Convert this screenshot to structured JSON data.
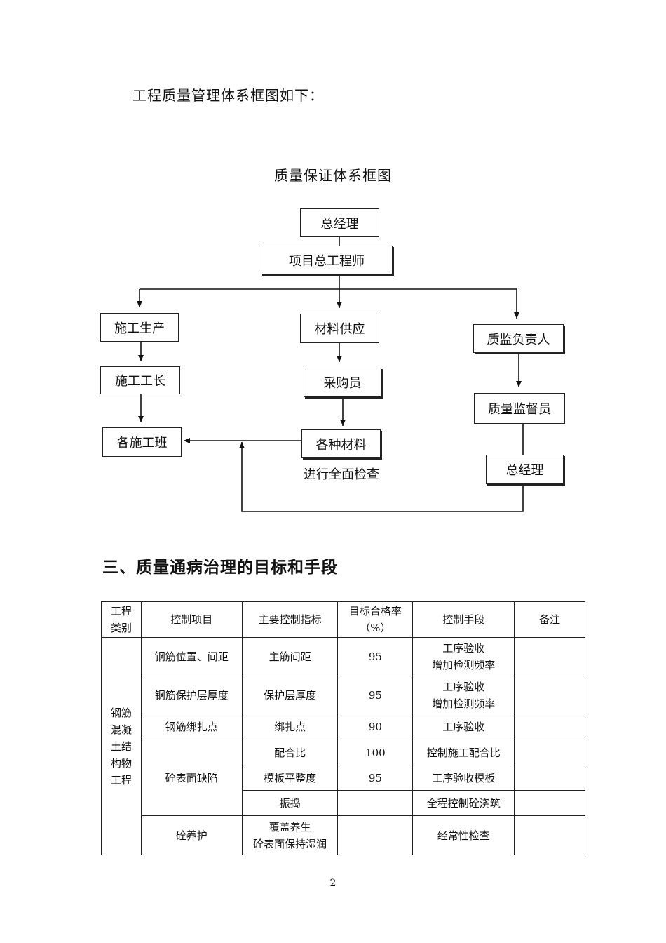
{
  "intro": "工程质量管理体系框图如下：",
  "diagram": {
    "title": "质量保证体系框图",
    "nodes": {
      "gm_top": "总经理",
      "chief_engineer": "项目总工程师",
      "construction_production": "施工生产",
      "construction_foreman": "施工工长",
      "construction_teams": "各施工班",
      "material_supply": "材料供应",
      "purchaser": "采购员",
      "materials": "各种材料",
      "quality_head": "质监负责人",
      "quality_supervisor": "质量监督员",
      "gm_bottom": "总经理"
    },
    "note": "进行全面检查"
  },
  "section_heading": "三、质量通病治理的目标和手段",
  "table": {
    "headers": {
      "category": [
        "工程",
        "类别"
      ],
      "item": "控制项目",
      "indicator": "主要控制指标",
      "rate": [
        "目标合格率",
        "（%）"
      ],
      "method": "控制手段",
      "remark": "备注"
    },
    "category": [
      "钢筋",
      "混凝",
      "土结",
      "构物",
      "工程"
    ],
    "rows": [
      {
        "item": "钢筋位置、间距",
        "indicator": [
          "主筋间距"
        ],
        "rate": "95",
        "method": [
          "工序验收",
          "增加检测频率"
        ]
      },
      {
        "item": "钢筋保护层厚度",
        "indicator": [
          "保护层厚度"
        ],
        "rate": "95",
        "method": [
          "工序验收",
          "增加检测频率"
        ]
      },
      {
        "item": "钢筋绑扎点",
        "indicator": [
          "绑扎点"
        ],
        "rate": "90",
        "method": [
          "工序验收"
        ]
      },
      {
        "item": "砼表面缺陷",
        "indicator": [
          "配合比"
        ],
        "rate": "100",
        "method": [
          "控制施工配合比"
        ]
      },
      {
        "item": "",
        "indicator": [
          "模板平整度"
        ],
        "rate": "95",
        "method": [
          "工序验收模板"
        ]
      },
      {
        "item": "",
        "indicator": [
          "振捣"
        ],
        "rate": "",
        "method": [
          "全程控制砼浇筑"
        ]
      },
      {
        "item": "砼养护",
        "indicator": [
          "覆盖养生",
          "砼表面保持湿润"
        ],
        "rate": "",
        "method": [
          "经常性检查"
        ]
      }
    ]
  },
  "page_number": "2"
}
